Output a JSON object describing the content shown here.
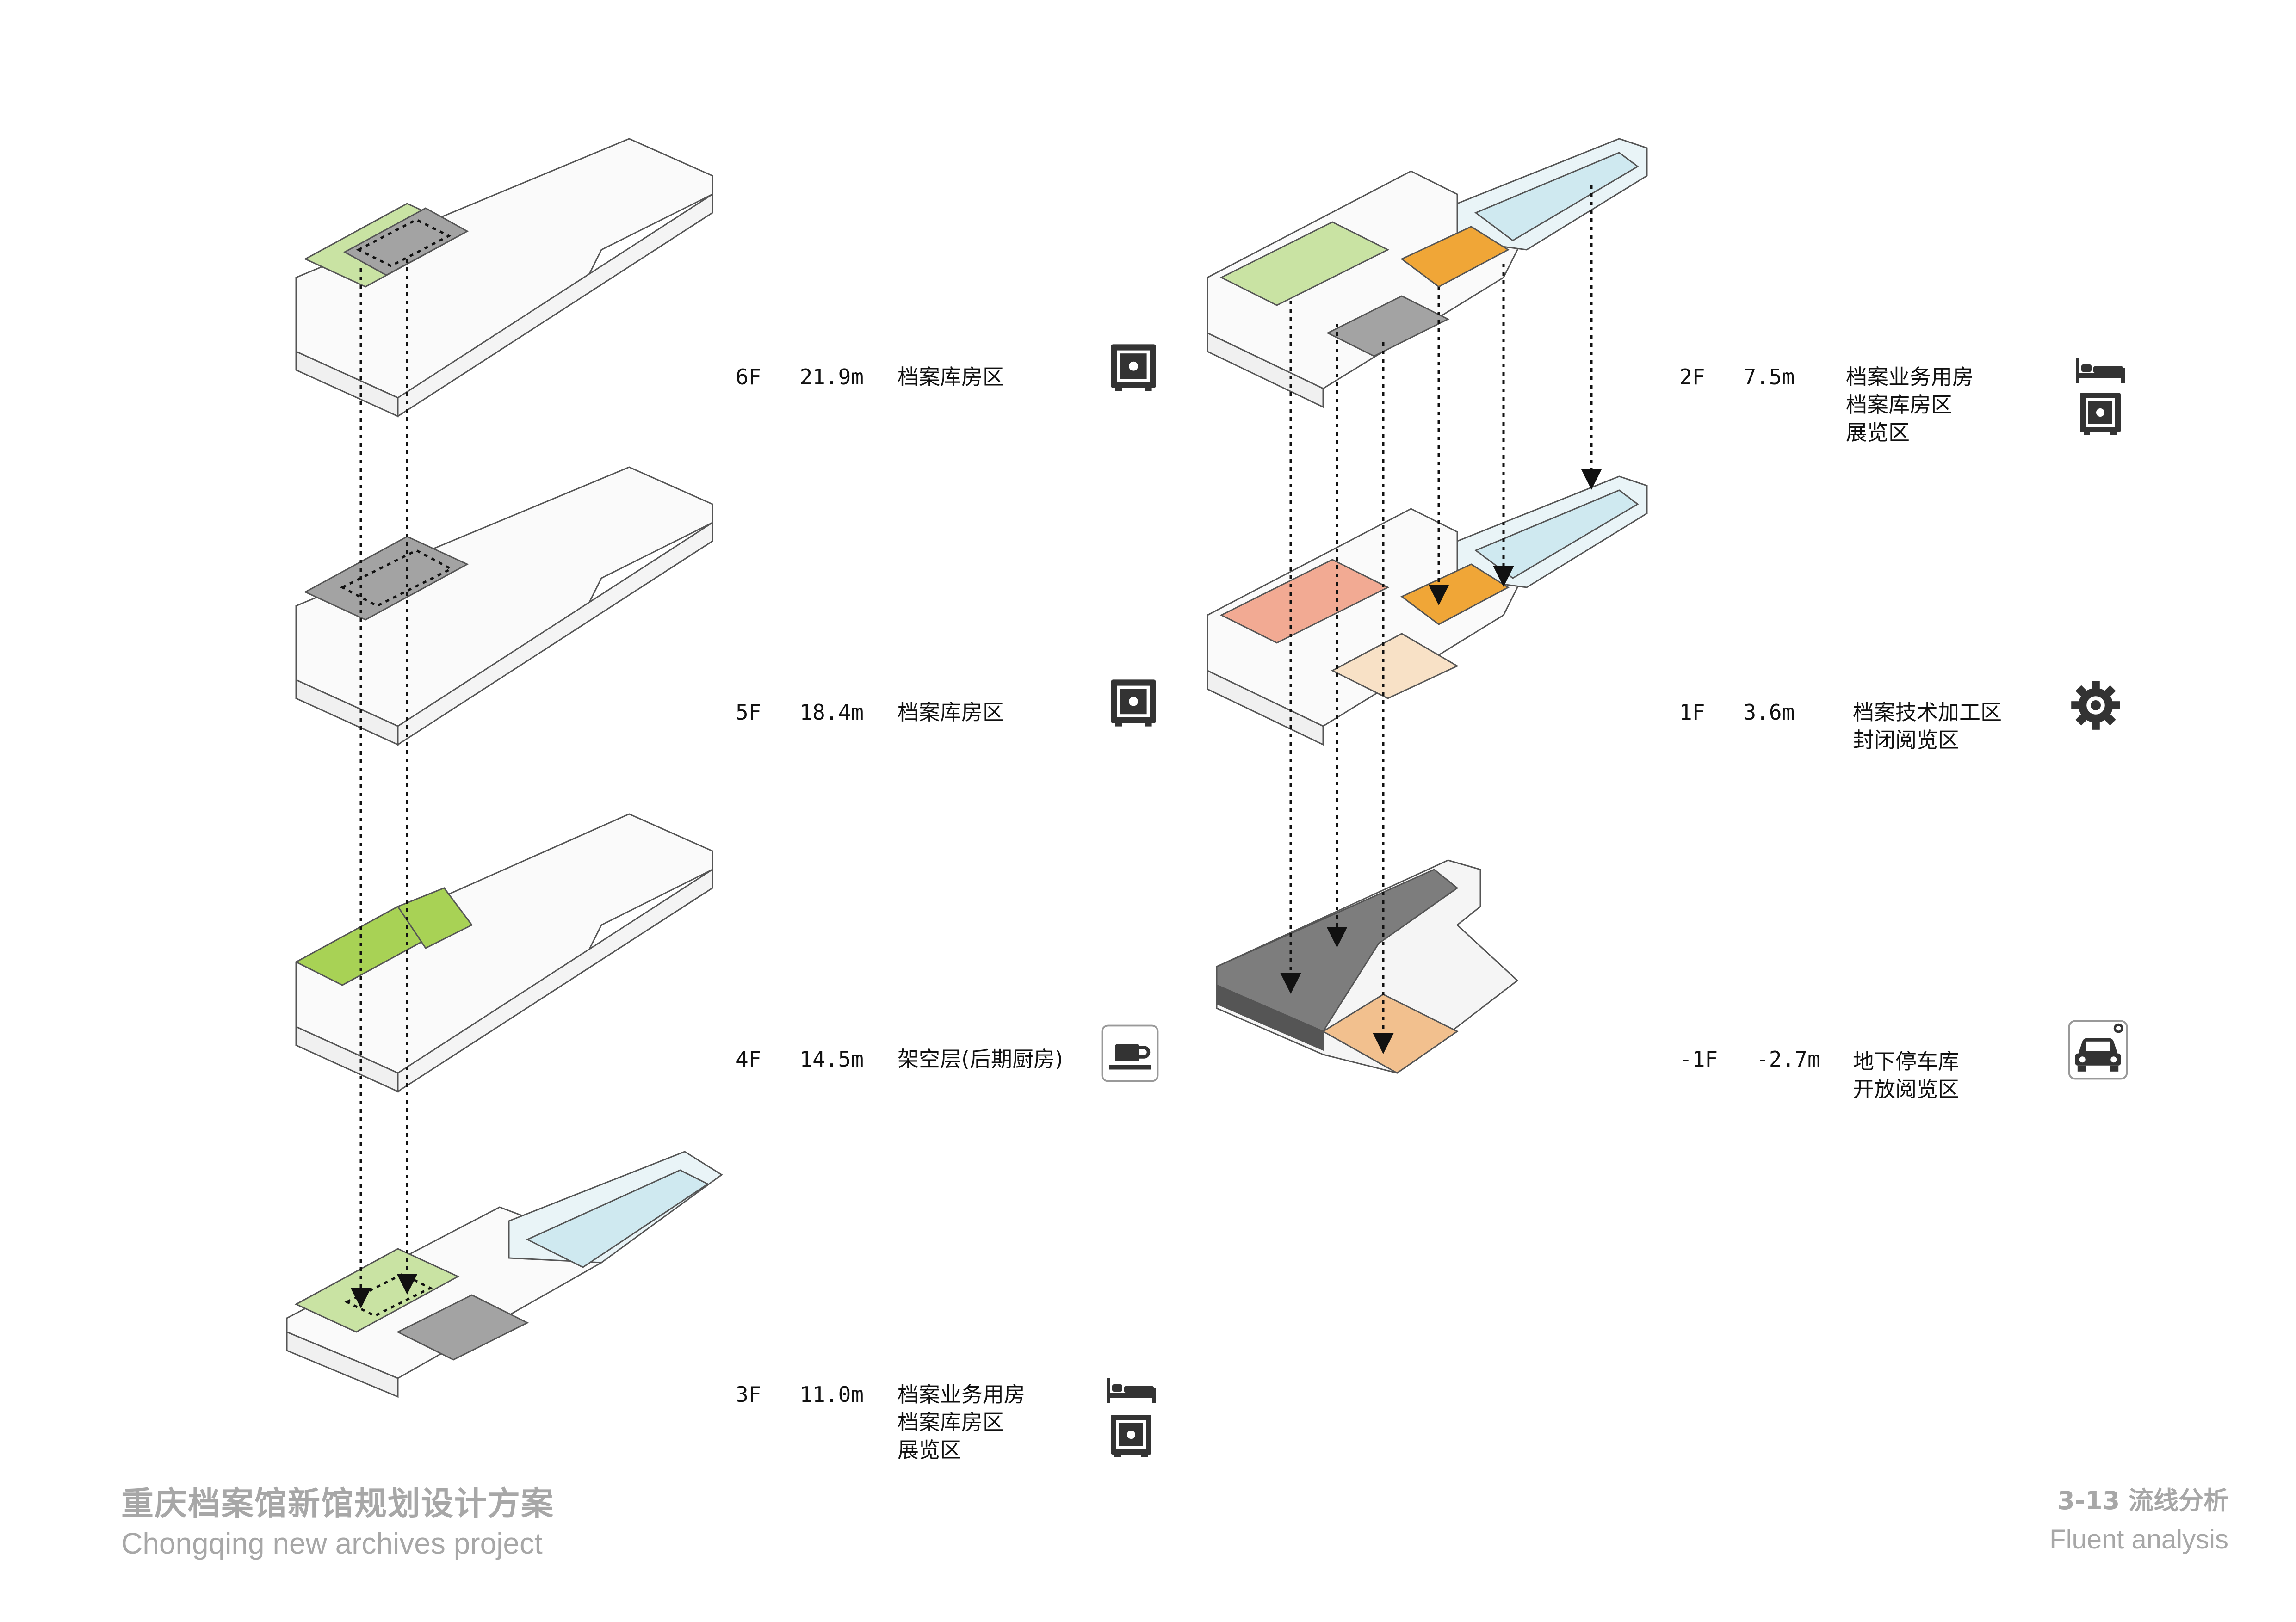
{
  "floors": [
    {
      "id": "6F",
      "level": "6F",
      "elevation": "21.9m",
      "zones": [
        "档案库房区"
      ],
      "icons": [
        "safe-icon"
      ]
    },
    {
      "id": "5F",
      "level": "5F",
      "elevation": "18.4m",
      "zones": [
        "档案库房区"
      ],
      "icons": [
        "safe-icon"
      ]
    },
    {
      "id": "4F",
      "level": "4F",
      "elevation": "14.5m",
      "zones": [
        "架空层(后期厨房)"
      ],
      "icons": [
        "coffee-cup-icon"
      ]
    },
    {
      "id": "3F",
      "level": "3F",
      "elevation": "11.0m",
      "zones": [
        "档案业务用房",
        "档案库房区",
        "展览区"
      ],
      "icons": [
        "bed-icon",
        "safe-icon"
      ]
    },
    {
      "id": "2F",
      "level": "2F",
      "elevation": "7.5m",
      "zones": [
        "档案业务用房",
        "档案库房区",
        "展览区"
      ],
      "icons": [
        "bed-icon",
        "safe-icon"
      ]
    },
    {
      "id": "1F",
      "level": "1F",
      "elevation": "3.6m",
      "zones": [
        "档案技术加工区",
        "封闭阅览区"
      ],
      "icons": [
        "gear-icon"
      ]
    },
    {
      "id": "B1",
      "level": "-1F",
      "elevation": "-2.7m",
      "zones": [
        "地下停车库",
        "开放阅览区"
      ],
      "icons": [
        "parking-car-icon"
      ]
    }
  ],
  "colors": {
    "storage": "#a3a3a3",
    "office": "#c9e3a3",
    "exhibition": "#cfe9f0",
    "service": "#f0a637",
    "reading": "#f2aa93",
    "processing": "#f8e1c6",
    "parking": "#7d7d7d",
    "open_reading": "#f2c08e",
    "kitchen_void": "#a8d255",
    "line": "#333333"
  },
  "footer": {
    "project_cn": "重庆档案馆新馆规划设计方案",
    "project_en": "Chongqing  new archives project",
    "section": "3-13 流线分析",
    "section_en": "Fluent  analysis"
  }
}
